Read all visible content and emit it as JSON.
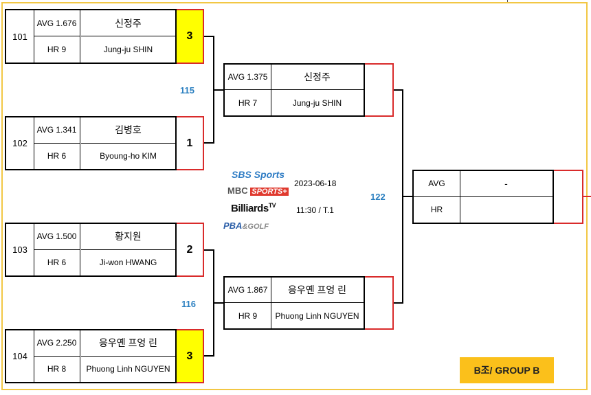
{
  "page": {
    "group_label": "B조/ GROUP B",
    "date": "2023-06-18",
    "time_table": "11:30 / T.1"
  },
  "logos": {
    "sbs": "SBS Sports",
    "mbc_left": "MBC",
    "mbc_right": "SPORTS+",
    "billiards": "Billiards",
    "billiards_sup": "TV",
    "pba": "PBA",
    "pba_golf": "&GOLF"
  },
  "round1": [
    {
      "seed": "101",
      "avg": "AVG 1.676",
      "hr": "HR 9",
      "name_kr": "신정주",
      "name_en": "Jung-ju SHIN",
      "score": "3",
      "winner": true
    },
    {
      "seed": "102",
      "avg": "AVG 1.341",
      "hr": "HR 6",
      "name_kr": "김병호",
      "name_en": "Byoung-ho KIM",
      "score": "1",
      "winner": false
    },
    {
      "seed": "103",
      "avg": "AVG 1.500",
      "hr": "HR 6",
      "name_kr": "황지원",
      "name_en": "Ji-won HWANG",
      "score": "2",
      "winner": false
    },
    {
      "seed": "104",
      "avg": "AVG 2.250",
      "hr": "HR 8",
      "name_kr": "응우옌 프엉 린",
      "name_en": "Phuong Linh NGUYEN",
      "score": "3",
      "winner": true
    }
  ],
  "round2": [
    {
      "avg": "AVG 1.375",
      "hr": "HR 7",
      "name_kr": "신정주",
      "name_en": "Jung-ju SHIN",
      "score": ""
    },
    {
      "avg": "AVG 1.867",
      "hr": "HR 9",
      "name_kr": "응우옌 프엉 린",
      "name_en": "Phuong Linh NGUYEN",
      "score": ""
    }
  ],
  "final": {
    "avg": "AVG",
    "hr": "HR",
    "name": "-",
    "score": ""
  },
  "match_numbers": {
    "m115": "115",
    "m116": "116",
    "m122": "122"
  },
  "colors": {
    "winner_fill": "#ffff00",
    "score_border": "#d92b2b",
    "frame": "#f2c744",
    "badge": "#fbc01b",
    "match_no": "#2a7fc0"
  }
}
